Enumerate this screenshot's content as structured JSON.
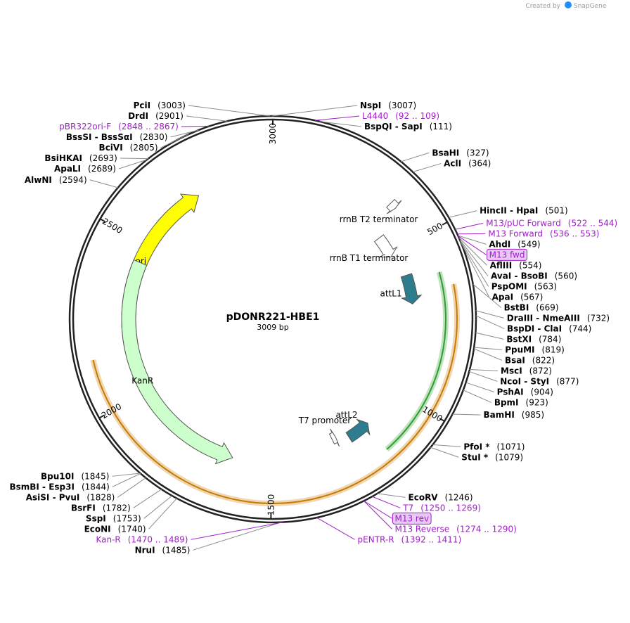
{
  "plasmid": {
    "name": "pDONR221-HBE1",
    "length_label": "3009 bp",
    "length": 3009
  },
  "credit": {
    "prefix": "Created by",
    "brand": "SnapGene"
  },
  "ticks": [
    {
      "bp": 0,
      "label": "3000"
    },
    {
      "bp": 509,
      "label": "500"
    },
    {
      "bp": 1009,
      "label": "1000"
    },
    {
      "bp": 1509,
      "label": "1500"
    },
    {
      "bp": 2009,
      "label": "2000"
    },
    {
      "bp": 2509,
      "label": "2500"
    }
  ],
  "sites": [
    {
      "pos": "(3003)",
      "name": "PciI",
      "side": "L",
      "bp": 3003
    },
    {
      "pos": "(3007)",
      "name": "NspI",
      "side": "R",
      "bp": 3007
    },
    {
      "pos": "(2901)",
      "name": "DrdI",
      "side": "L",
      "bp": 2901
    },
    {
      "pos": "(92 .. 109)",
      "name": "L4440",
      "side": "R",
      "bp": 100,
      "primer": true
    },
    {
      "pos": "(111)",
      "name": "BspQI - SapI",
      "side": "R",
      "bp": 111
    },
    {
      "pos": "(2848 .. 2867)",
      "name": "pBR322ori-F",
      "side": "L",
      "bp": 2857,
      "primer": true
    },
    {
      "pos": "(2830)",
      "name": "BssSI - BssSαI",
      "side": "L",
      "bp": 2830
    },
    {
      "pos": "(2805)",
      "name": "BciVI",
      "side": "L",
      "bp": 2805
    },
    {
      "pos": "(327)",
      "name": "BsaHI",
      "side": "R",
      "bp": 327
    },
    {
      "pos": "(364)",
      "name": "AclI",
      "side": "R",
      "bp": 364
    },
    {
      "pos": "(2693)",
      "name": "BsiHKAI",
      "side": "L",
      "bp": 2693
    },
    {
      "pos": "(2689)",
      "name": "ApaLI",
      "side": "L",
      "bp": 2689
    },
    {
      "pos": "(2594)",
      "name": "AlwNI",
      "side": "L",
      "bp": 2594
    },
    {
      "pos": "(501)",
      "name": "HincII - HpaI",
      "side": "R",
      "bp": 501
    },
    {
      "pos": "(522 .. 544)",
      "name": "M13/pUC Forward",
      "side": "R",
      "bp": 533,
      "primer": true
    },
    {
      "pos": "(536 .. 553)",
      "name": "M13 Forward",
      "side": "R",
      "bp": 545,
      "primer": true
    },
    {
      "pos": "",
      "name": "M13 fwd",
      "side": "R",
      "bp": 550,
      "boxed": true
    },
    {
      "pos": "(549)",
      "name": "AhdI",
      "side": "R",
      "bp": 549
    },
    {
      "pos": "(554)",
      "name": "AflIII",
      "side": "R",
      "bp": 554
    },
    {
      "pos": "(560)",
      "name": "AvaI - BsoBI",
      "side": "R",
      "bp": 560
    },
    {
      "pos": "(563)",
      "name": "PspOMI",
      "side": "R",
      "bp": 563
    },
    {
      "pos": "(567)",
      "name": "ApaI",
      "side": "R",
      "bp": 567
    },
    {
      "pos": "(669)",
      "name": "BstBI",
      "side": "R",
      "bp": 669
    },
    {
      "pos": "(732)",
      "name": "DraIII - NmeAIII",
      "side": "R",
      "bp": 732
    },
    {
      "pos": "(744)",
      "name": "BspDI - ClaI",
      "side": "R",
      "bp": 744
    },
    {
      "pos": "(784)",
      "name": "BstXI",
      "side": "R",
      "bp": 784
    },
    {
      "pos": "(819)",
      "name": "PpuMI",
      "side": "R",
      "bp": 819
    },
    {
      "pos": "(822)",
      "name": "BsaI",
      "side": "R",
      "bp": 822
    },
    {
      "pos": "(872)",
      "name": "MscI",
      "side": "R",
      "bp": 872
    },
    {
      "pos": "(877)",
      "name": "NcoI - StyI",
      "side": "R",
      "bp": 877
    },
    {
      "pos": "(904)",
      "name": "PshAI",
      "side": "R",
      "bp": 904
    },
    {
      "pos": "(923)",
      "name": "BpmI",
      "side": "R",
      "bp": 923
    },
    {
      "pos": "(985)",
      "name": "BamHI",
      "side": "R",
      "bp": 985
    },
    {
      "pos": "(1071)",
      "name": "PfoI *",
      "side": "R",
      "bp": 1071
    },
    {
      "pos": "(1079)",
      "name": "StuI *",
      "side": "R",
      "bp": 1079
    },
    {
      "pos": "(1246)",
      "name": "EcoRV",
      "side": "R",
      "bp": 1246
    },
    {
      "pos": "(1250 .. 1269)",
      "name": "T7",
      "side": "R",
      "bp": 1260,
      "primer": true
    },
    {
      "pos": "",
      "name": "M13 rev",
      "side": "R",
      "bp": 1282,
      "boxed": true
    },
    {
      "pos": "(1274 .. 1290)",
      "name": "M13 Reverse",
      "side": "R",
      "bp": 1282,
      "primer": true
    },
    {
      "pos": "(1392 .. 1411)",
      "name": "pENTR-R",
      "side": "R",
      "bp": 1400,
      "primer": true
    },
    {
      "pos": "(1485)",
      "name": "NruI",
      "side": "L",
      "bp": 1485
    },
    {
      "pos": "(1470 .. 1489)",
      "name": "Kan-R",
      "side": "L",
      "bp": 1480,
      "primer": true
    },
    {
      "pos": "(1845)",
      "name": "Bpu10I",
      "side": "L",
      "bp": 1845
    },
    {
      "pos": "(1844)",
      "name": "BsmBI - Esp3I",
      "side": "L",
      "bp": 1844
    },
    {
      "pos": "(1828)",
      "name": "AsiSI - PvuI",
      "side": "L",
      "bp": 1828
    },
    {
      "pos": "(1782)",
      "name": "BsrFI",
      "side": "L",
      "bp": 1782
    },
    {
      "pos": "(1753)",
      "name": "SspI",
      "side": "L",
      "bp": 1753
    },
    {
      "pos": "(1740)",
      "name": "EcoNI",
      "side": "L",
      "bp": 1740
    }
  ],
  "features": [
    {
      "name": "ori",
      "color": "#ffff00",
      "start": 2160,
      "end": 2750,
      "dir": "cw"
    },
    {
      "name": "KanR",
      "color": "#ccffcc",
      "start": 1640,
      "end": 2450,
      "dir": "ccw"
    },
    {
      "name": "attL1",
      "color": "#2e7d8f",
      "start": 600,
      "end": 700,
      "dir": "cw"
    },
    {
      "name": "attL2",
      "color": "#2e7d8f",
      "start": 1150,
      "end": 1230,
      "dir": "ccw"
    },
    {
      "name": "rrnB T1 terminator",
      "color": "#ffffff",
      "start": 440,
      "end": 520,
      "dir": "cw"
    },
    {
      "name": "rrnB T2 terminator",
      "color": "#ffffff",
      "start": 380,
      "end": 400,
      "dir": "cw"
    },
    {
      "name": "T7 promoter",
      "color": "#ffffff",
      "start": 1270,
      "end": 1285,
      "dir": "ccw"
    }
  ],
  "orfs": [
    {
      "name": "ORF inner",
      "color": "#2e9e2e",
      "start": 620,
      "end": 1160,
      "dir": "cw"
    },
    {
      "name": "ORF outer",
      "color": "#c87a00",
      "start": 660,
      "end": 2150,
      "dir": "cw"
    }
  ]
}
